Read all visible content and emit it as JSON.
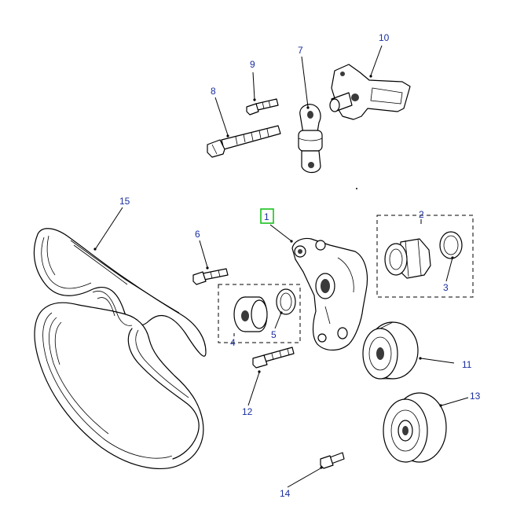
{
  "diagram": {
    "highlighted_part": "1",
    "highlight_color": "#19c21d",
    "callout_color": "#1a2ea0",
    "callouts": {
      "c1": "1",
      "c2": "2",
      "c3": "3",
      "c4": "4",
      "c5": "5",
      "c6": "6",
      "c7": "7",
      "c8": "8",
      "c9": "9",
      "c10": "10",
      "c11": "11",
      "c12": "12",
      "c13": "13",
      "c14": "14",
      "c15": "15"
    }
  }
}
